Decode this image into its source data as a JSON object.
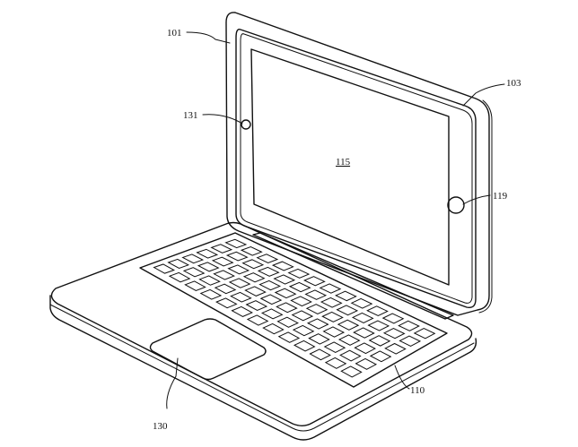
{
  "labels": {
    "lid": "101",
    "tablet": "103",
    "base": "110",
    "screen": "115",
    "home_button": "119",
    "trackpad": "130",
    "camera": "131"
  }
}
